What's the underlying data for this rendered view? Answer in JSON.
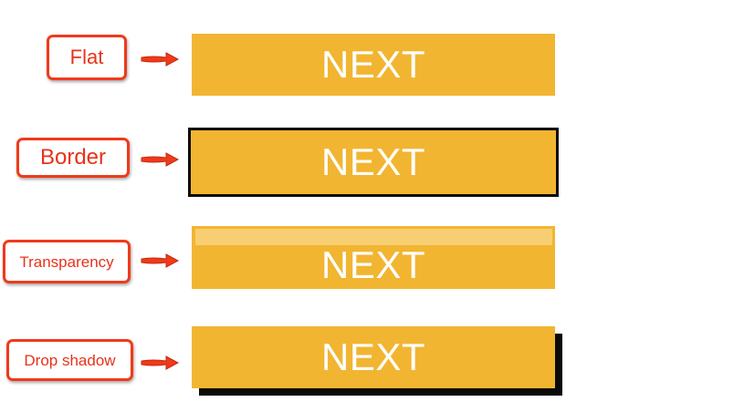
{
  "colors": {
    "button_fill": "#f2b531",
    "button_text": "#ffffff",
    "label_accent": "#f03a1a",
    "border_shadow": "#0a0a0a"
  },
  "rows": [
    {
      "label": "Flat",
      "button_text": "NEXT",
      "arrow_icon": "arrow-right-icon"
    },
    {
      "label": "Border",
      "button_text": "NEXT",
      "arrow_icon": "arrow-right-icon"
    },
    {
      "label": "Transparency",
      "button_text": "NEXT",
      "arrow_icon": "arrow-right-icon"
    },
    {
      "label": "Drop shadow",
      "button_text": "NEXT",
      "arrow_icon": "arrow-right-icon"
    }
  ]
}
